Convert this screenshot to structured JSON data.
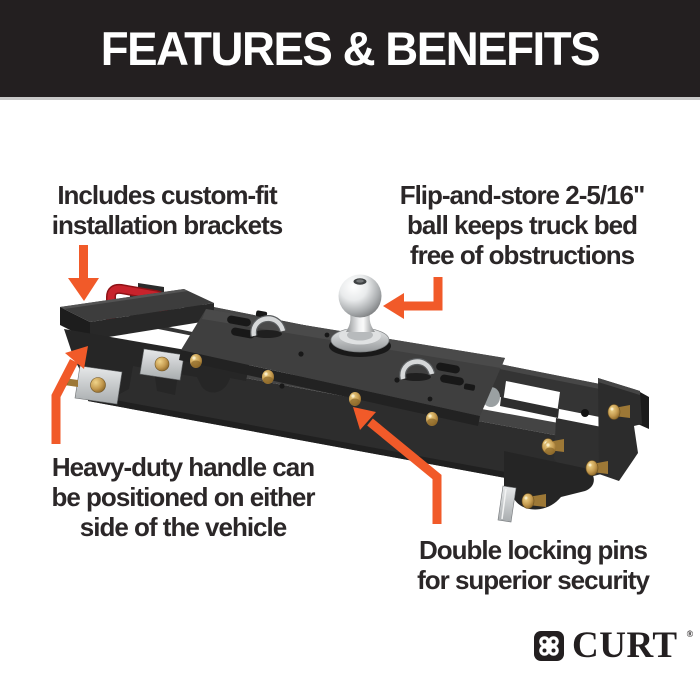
{
  "header": {
    "title": "FEATURES & BENEFITS"
  },
  "annotations": {
    "installation_brackets": {
      "lines": [
        "Includes custom-fit",
        "installation brackets"
      ]
    },
    "flip_ball": {
      "lines": [
        "Flip-and-store 2-5/16\"",
        "ball keeps truck bed",
        "free of obstructions"
      ]
    },
    "handle": {
      "lines": [
        "Heavy-duty handle can",
        "be positioned on either",
        "side of the vehicle"
      ]
    },
    "locking_pins": {
      "lines": [
        "Double locking pins",
        "for superior security"
      ]
    }
  },
  "brand": {
    "name": "CURT",
    "registered_mark": "®"
  },
  "colors": {
    "accent_orange": "#f15a29",
    "header_black": "#231f20",
    "text_dark": "#2b2728",
    "handle_red": "#c8232c",
    "bolt_brass": "#c49a4f",
    "steel_silver": "#c0c4c6",
    "product_black": "#2e2e2e"
  }
}
